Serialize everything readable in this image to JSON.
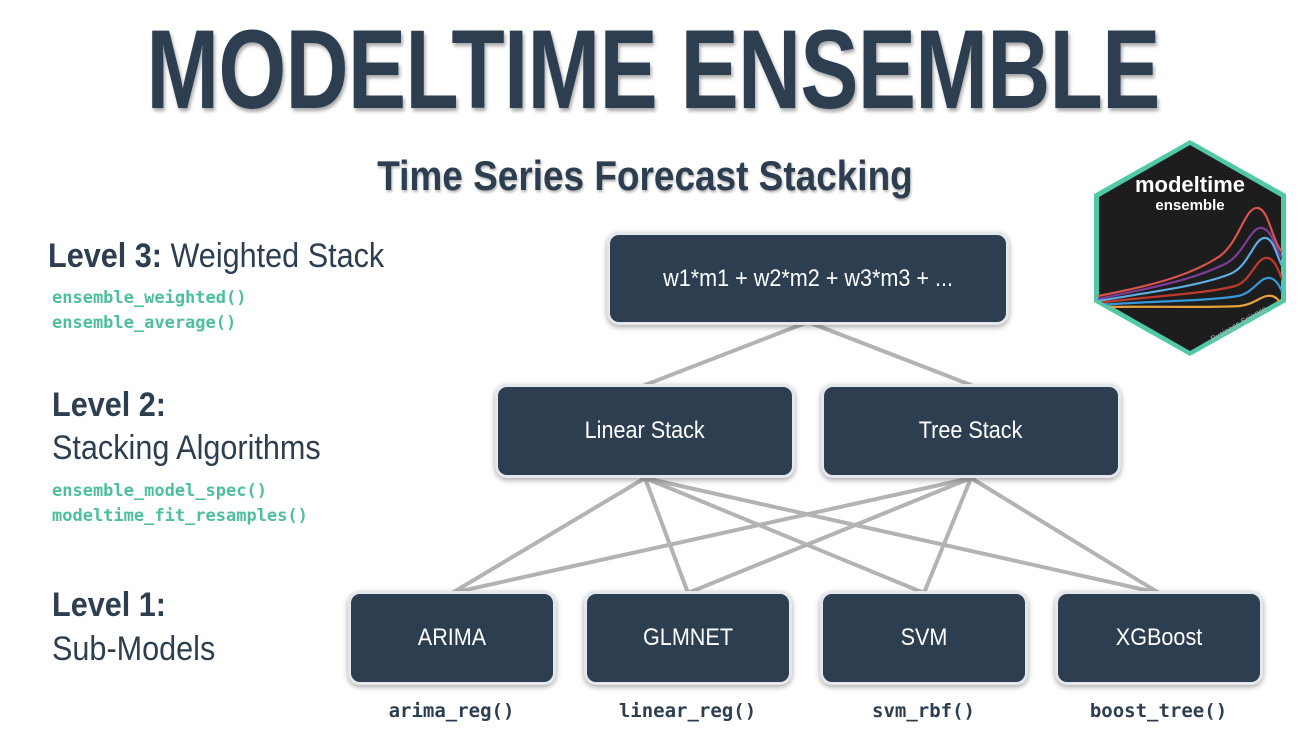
{
  "title": "MODELTIME ENSEMBLE",
  "subtitle": "Time Series Forecast Stacking",
  "levels": {
    "level3": {
      "label": "Level 3:",
      "name": "Weighted Stack",
      "functions": [
        "ensemble_weighted()",
        "ensemble_average()"
      ]
    },
    "level2": {
      "label": "Level 2:",
      "name": "Stacking Algorithms",
      "functions": [
        "ensemble_model_spec()",
        "modeltime_fit_resamples()"
      ]
    },
    "level1": {
      "label": "Level 1:",
      "name": "Sub-Models"
    }
  },
  "nodes": {
    "top": "w1*m1 + w2*m2 + w3*m3 + ...",
    "linear": "Linear Stack",
    "tree": "Tree Stack",
    "arima": "ARIMA",
    "glmnet": "GLMNET",
    "svm": "SVM",
    "xgboost": "XGBoost"
  },
  "submodel_functions": {
    "arima": "arima_reg()",
    "glmnet": "linear_reg()",
    "svm": "svm_rbf()",
    "xgboost": "boost_tree()"
  },
  "logo": {
    "name": "modeltime",
    "sub": "ensemble",
    "credit": "Business Science"
  },
  "colors": {
    "navy": "#2c3e50",
    "accent_green": "#4dbf9c",
    "connector": "#b3b3b3"
  }
}
